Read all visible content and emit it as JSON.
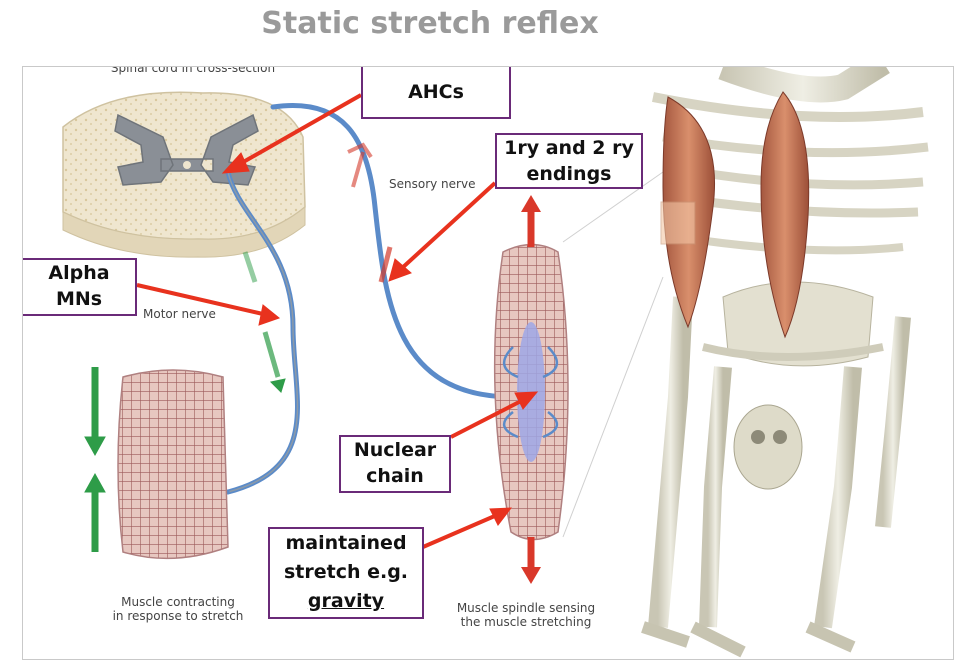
{
  "title": "Static stretch reflex",
  "diagram": {
    "caption_spinal_cord": "Spinal cord in cross-section",
    "caption_sensory_nerve": "Sensory nerve",
    "caption_motor_nerve": "Motor nerve",
    "caption_muscle_contracting": [
      "Muscle contracting",
      "in response to stretch"
    ],
    "caption_muscle_spindle": [
      "Muscle spindle sensing",
      "the muscle stretching"
    ]
  },
  "labels": {
    "ahcs": "AHCs",
    "endings": [
      "1ry and 2 ry",
      "endings"
    ],
    "alpha_mns": [
      "Alpha",
      "MNs"
    ],
    "nuclear_chain": [
      "Nuclear",
      "chain"
    ],
    "maintained_stretch": [
      "maintained",
      "stretch e.g.",
      "gravity"
    ]
  },
  "colors": {
    "label_border": "#6a2a78",
    "arrow": "#e8321e",
    "title": "#9a9a9a",
    "nerve": "#5b8bc9",
    "green_arrow": "#2e9c48"
  }
}
